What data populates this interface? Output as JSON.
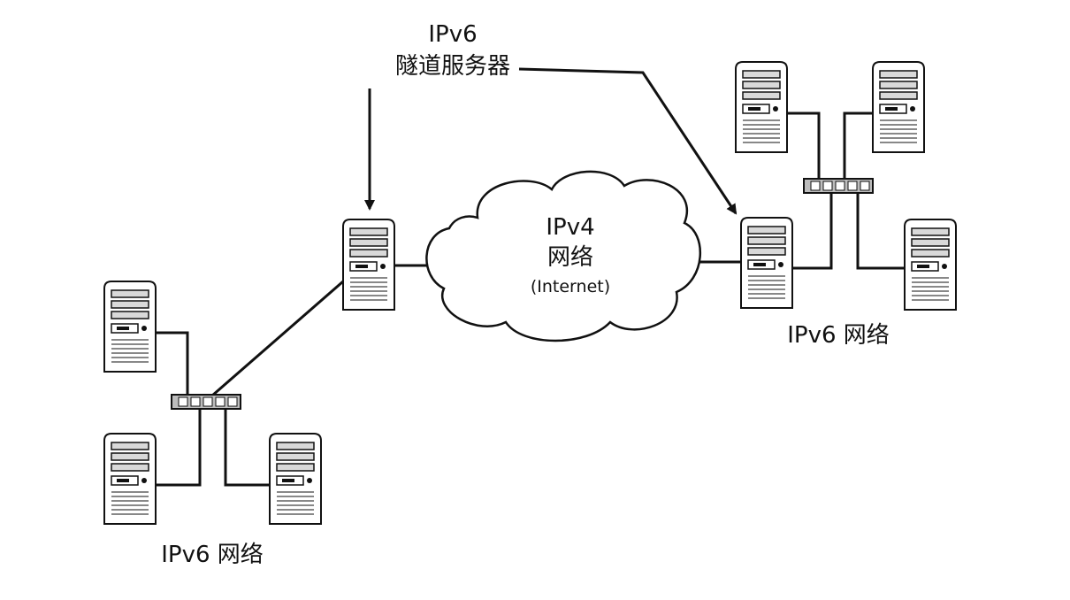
{
  "labels": {
    "tunnel_server_line1": "IPv6",
    "tunnel_server_line2": "隧道服务器",
    "cloud_line1": "IPv4",
    "cloud_line2": "网络",
    "cloud_line3": "(Internet)",
    "left_network": "IPv6 网络",
    "right_network": "IPv6 网络"
  },
  "colors": {
    "background": "#ffffff",
    "stroke": "#111111",
    "server_fill": "#ffffff",
    "server_panel": "#d9d9d9",
    "hub_fill": "#bdbdbd"
  }
}
